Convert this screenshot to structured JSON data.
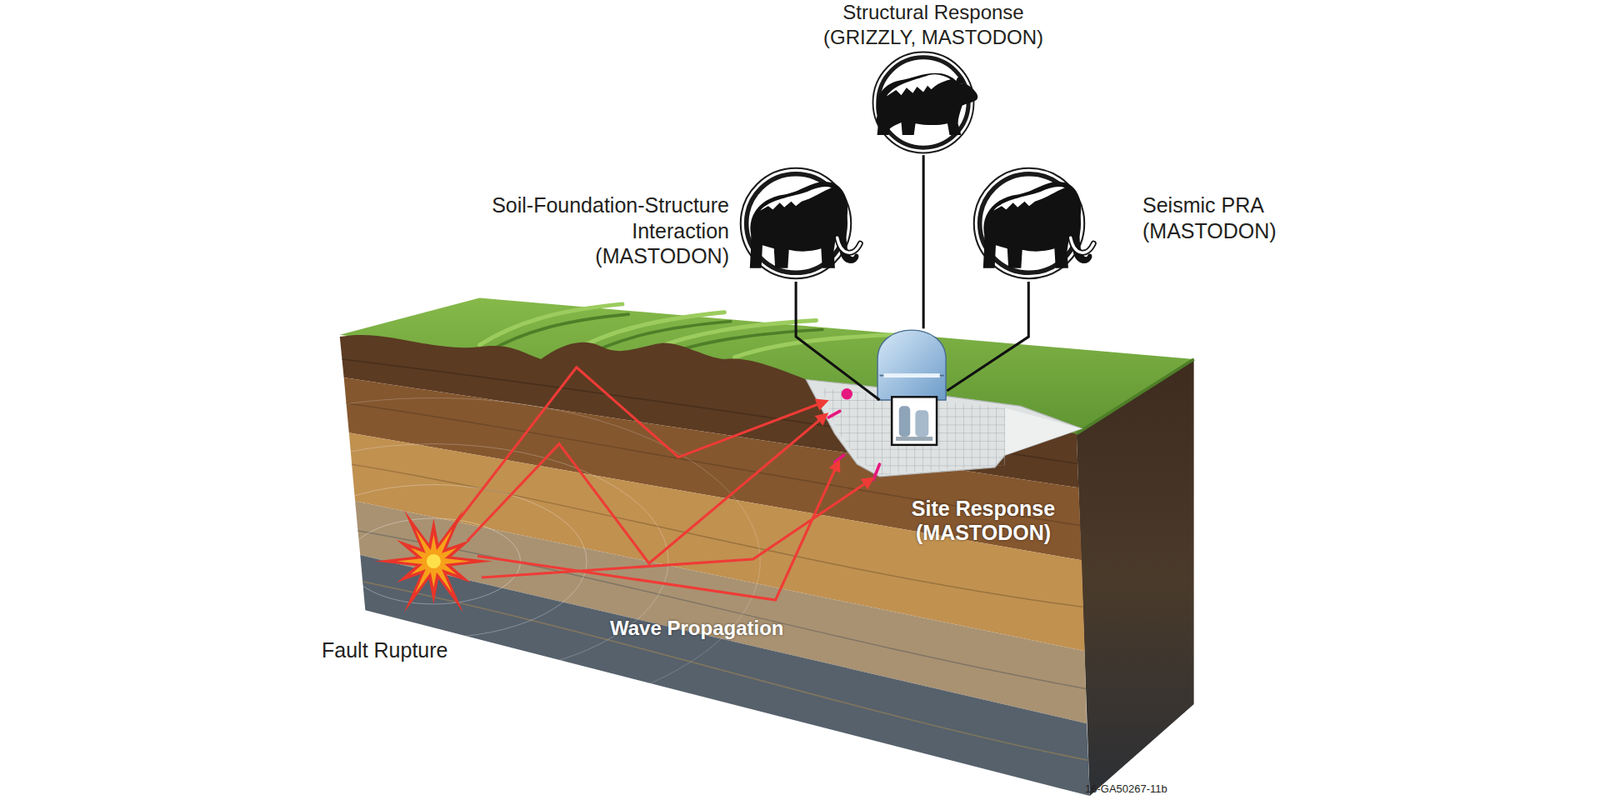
{
  "diagram": {
    "nodes": [
      {
        "text": [
          "Structural Response (GRIZZLY, MASTODON)"
        ]
      },
      {
        "text": [
          "Soil-Foundation-Structure Interaction (MASTODON)"
        ]
      },
      {
        "text": [
          "Seismic PRA (MASTODON)"
        ]
      }
    ],
    "labels": [
      "Site Response (MASTODON)",
      "Wave Propagation",
      "Fault Rupture",
      "16-GA50267-11b"
    ]
  }
}
